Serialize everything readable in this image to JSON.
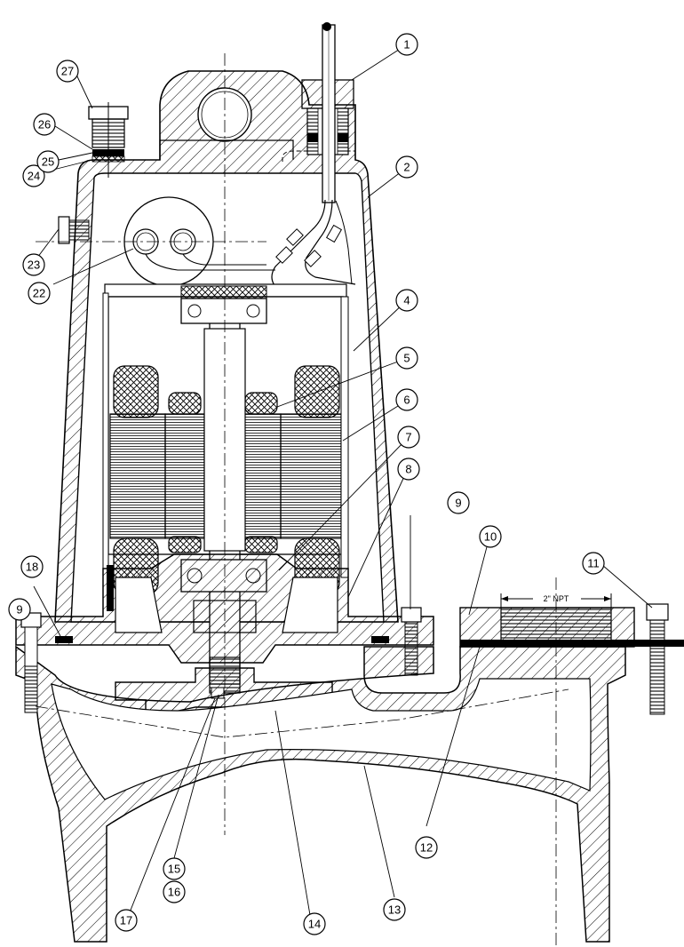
{
  "diagram": {
    "dimension_label": "2\" NPT",
    "callouts": [
      {
        "id": "1",
        "text": "1"
      },
      {
        "id": "2",
        "text": "2"
      },
      {
        "id": "4",
        "text": "4"
      },
      {
        "id": "5",
        "text": "5"
      },
      {
        "id": "6",
        "text": "6"
      },
      {
        "id": "7",
        "text": "7"
      },
      {
        "id": "8",
        "text": "8"
      },
      {
        "id": "9a",
        "text": "9"
      },
      {
        "id": "9b",
        "text": "9"
      },
      {
        "id": "10",
        "text": "10"
      },
      {
        "id": "11",
        "text": "11"
      },
      {
        "id": "12",
        "text": "12"
      },
      {
        "id": "13",
        "text": "13"
      },
      {
        "id": "14",
        "text": "14"
      },
      {
        "id": "15",
        "text": "15"
      },
      {
        "id": "16",
        "text": "16"
      },
      {
        "id": "17",
        "text": "17"
      },
      {
        "id": "18",
        "text": "18"
      },
      {
        "id": "22",
        "text": "22"
      },
      {
        "id": "23",
        "text": "23"
      },
      {
        "id": "24",
        "text": "24"
      },
      {
        "id": "25",
        "text": "25"
      },
      {
        "id": "26",
        "text": "26"
      },
      {
        "id": "27",
        "text": "27"
      }
    ]
  }
}
